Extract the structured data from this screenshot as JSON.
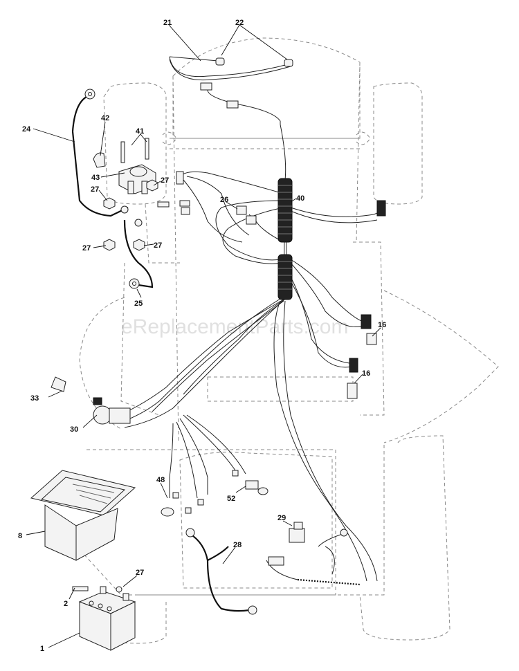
{
  "watermark": "eReplacementParts.com",
  "callouts": {
    "c21": "21",
    "c22": "22",
    "c24": "24",
    "c42": "42",
    "c41": "41",
    "c43": "43",
    "c27a": "27",
    "c27b": "27",
    "c27c": "27",
    "c27d": "27",
    "c27e": "27",
    "c26": "26",
    "c40": "40",
    "c25": "25",
    "c16a": "16",
    "c16b": "16",
    "c33": "33",
    "c30": "30",
    "c48": "48",
    "c52": "52",
    "c8": "8",
    "c29": "29",
    "c28": "28",
    "c2": "2",
    "c1": "1"
  }
}
